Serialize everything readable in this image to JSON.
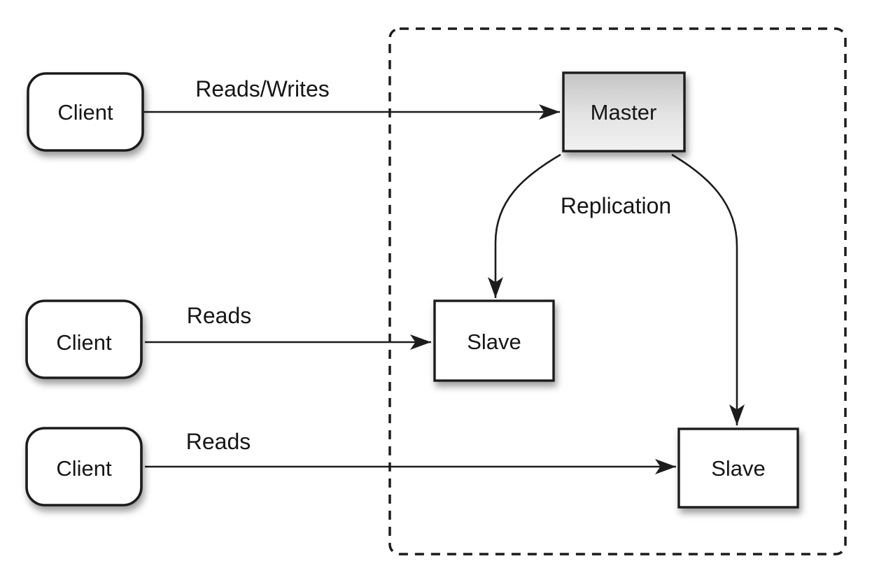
{
  "diagram": {
    "type": "master-slave-replication-architecture",
    "nodes": {
      "client1": {
        "label": "Client"
      },
      "client2": {
        "label": "Client"
      },
      "client3": {
        "label": "Client"
      },
      "master": {
        "label": "Master"
      },
      "slave1": {
        "label": "Slave"
      },
      "slave2": {
        "label": "Slave"
      }
    },
    "edges": {
      "client1_to_master": {
        "label": "Reads/Writes"
      },
      "client2_to_slave1": {
        "label": "Reads"
      },
      "client3_to_slave2": {
        "label": "Reads"
      },
      "master_to_slaves": {
        "label": "Replication"
      }
    },
    "colors": {
      "stroke": "#1c1c1c",
      "node_fill": "#ffffff",
      "master_gradient_top": "#c5c5c5",
      "master_gradient_bottom": "#f1f1f1",
      "background": "#ffffff"
    }
  }
}
